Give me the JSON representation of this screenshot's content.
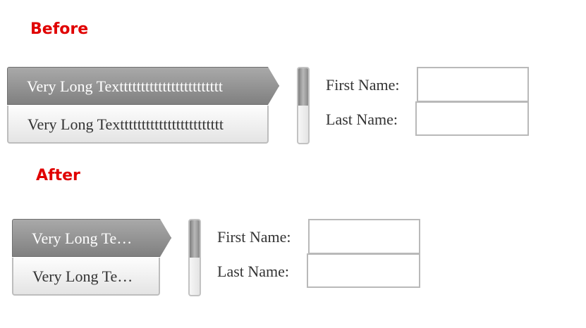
{
  "before": {
    "heading": "Before",
    "nav_items": [
      {
        "label": "Very Long Textttttttttttttttttttttttt",
        "selected": true
      },
      {
        "label": "Very Long Textttttttttttttttttttttttt",
        "selected": false
      }
    ],
    "scroll_position": 0,
    "form": {
      "first_name_label": "First Name:",
      "first_name_value": "",
      "last_name_label": "Last Name:",
      "last_name_value": ""
    }
  },
  "after": {
    "heading": "After",
    "nav_items": [
      {
        "label": "Very Long Te…",
        "selected": true
      },
      {
        "label": "Very Long Te…",
        "selected": false
      }
    ],
    "scroll_position": 0,
    "form": {
      "first_name_label": "First Name:",
      "first_name_value": "",
      "last_name_label": "Last Name:",
      "last_name_value": ""
    }
  },
  "colors": {
    "heading": "#e00000",
    "selected_item_top": "#a9a9a9",
    "selected_item_bottom": "#808080",
    "item_border": "#bdbdbd",
    "field_border": "#b9b9b9"
  }
}
